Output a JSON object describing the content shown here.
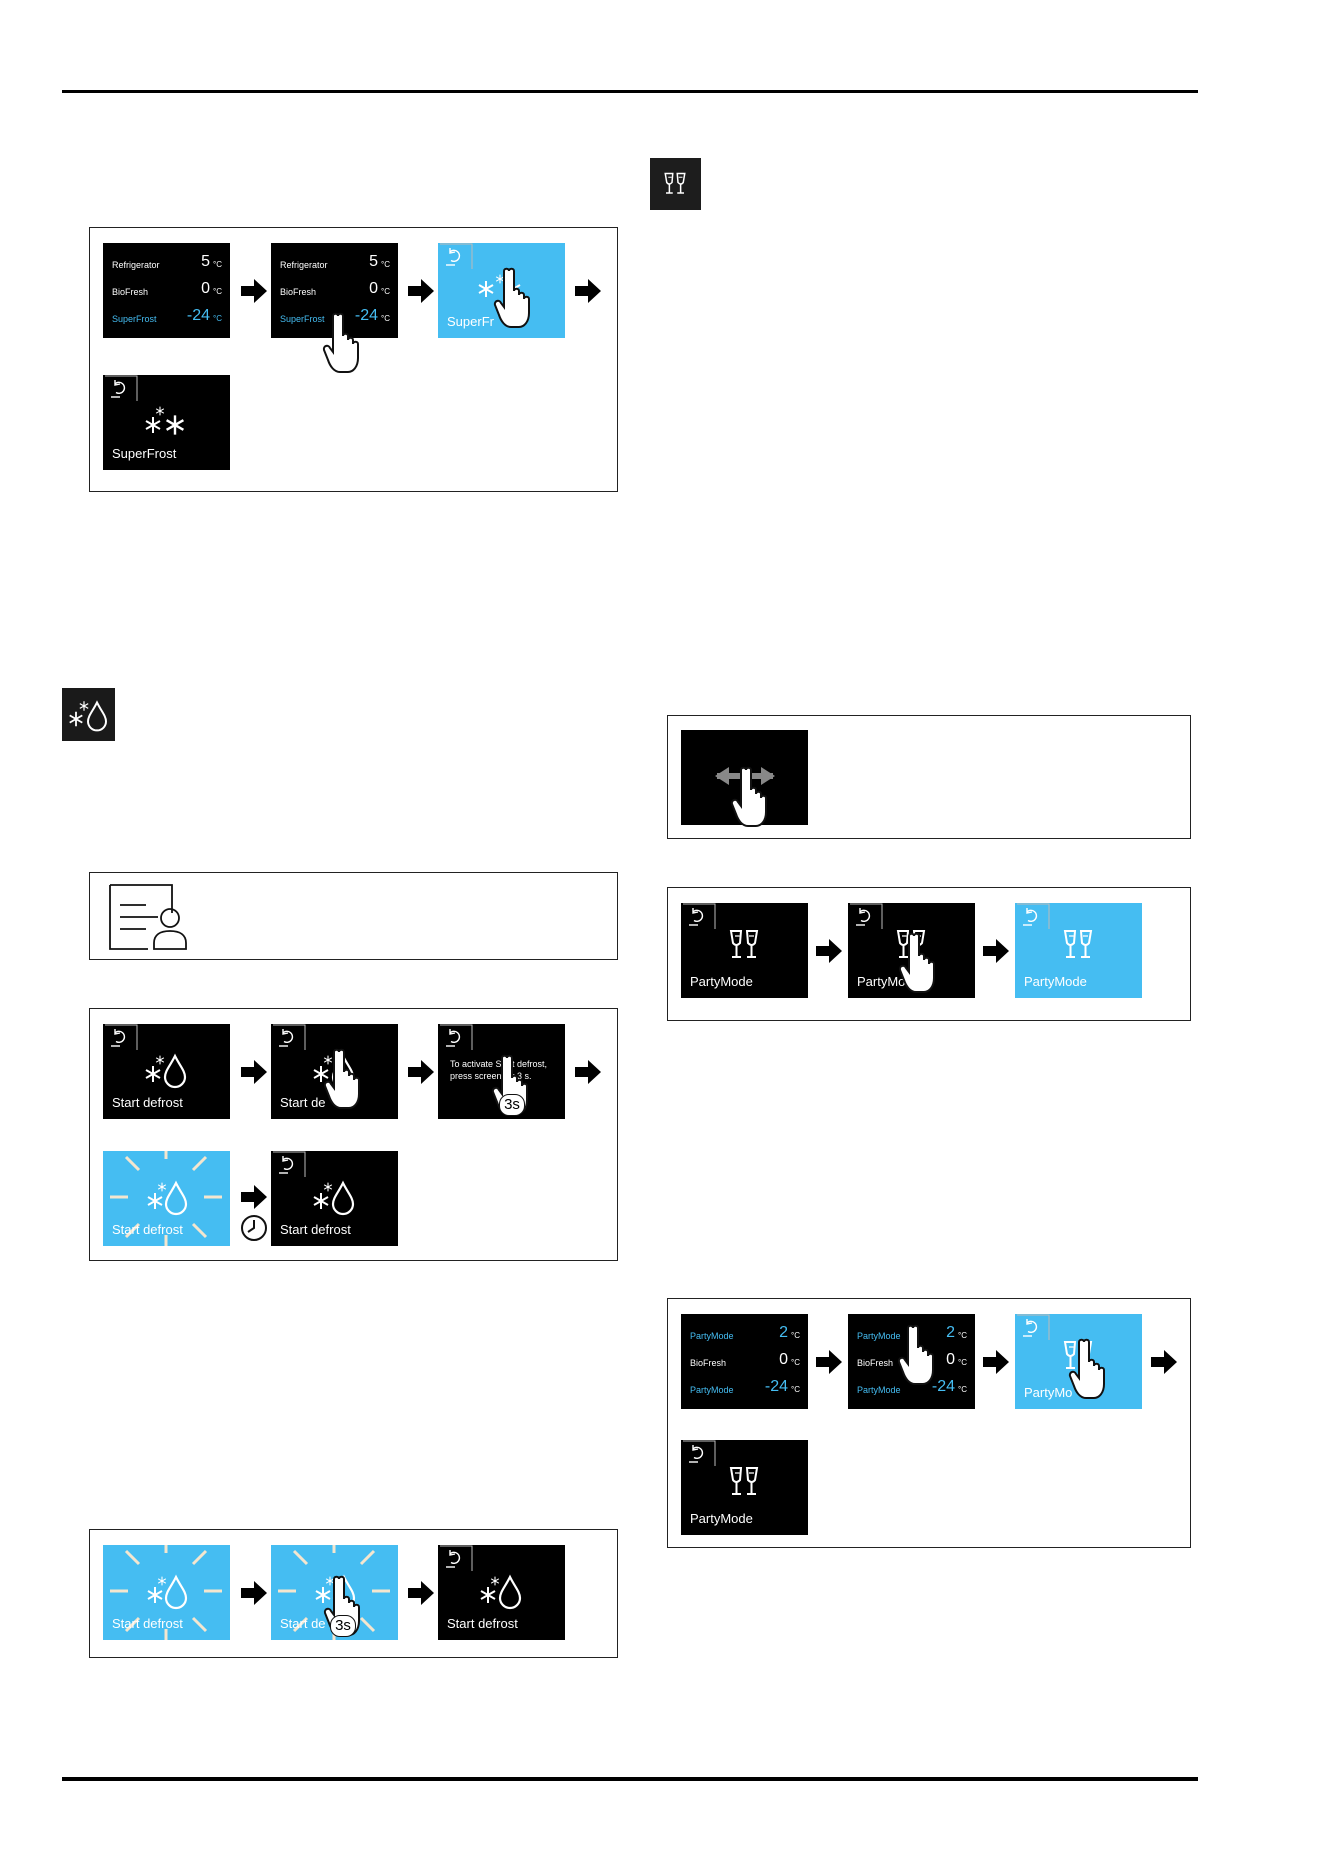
{
  "colors": {
    "accent": "#45bdf2",
    "screen": "#000000"
  },
  "superfrost": {
    "screen1": {
      "rows": [
        {
          "name": "Refrigerator",
          "value": "5",
          "unit": "°C"
        },
        {
          "name": "BioFresh",
          "value": "0",
          "unit": "°C"
        },
        {
          "name": "SuperFrost",
          "value": "-24",
          "unit": "°C"
        }
      ]
    },
    "screen2": {
      "rows": [
        {
          "name": "Refrigerator",
          "value": "5",
          "unit": "°C"
        },
        {
          "name": "BioFresh",
          "value": "0",
          "unit": "°C"
        },
        {
          "name": "SuperFrost",
          "value": "-24",
          "unit": "°C"
        }
      ]
    },
    "screen3_label": "SuperFr",
    "screen4_label": "SuperFrost"
  },
  "defrost": {
    "screen1_label": "Start defrost",
    "screen2_label": "Start de",
    "screen3_note": "To activate Start defrost, press screen for 3 s.",
    "hold_badge": "3s",
    "screen4_label": "Start defrost",
    "screen5_label": "Start defrost",
    "cancel1_label": "Start defrost",
    "cancel2_label": "Start de",
    "cancel3_label": "Start defrost"
  },
  "partymode": {
    "a1_label": "PartyMode",
    "a2_label": "PartyMo",
    "a3_label": "PartyMode",
    "b1": {
      "rows": [
        {
          "name": "PartyMode",
          "value": "2",
          "unit": "°C"
        },
        {
          "name": "BioFresh",
          "value": "0",
          "unit": "°C"
        },
        {
          "name": "PartyMode",
          "value": "-24",
          "unit": "°C"
        }
      ]
    },
    "b2": {
      "rows": [
        {
          "name": "PartyMode",
          "value": "2",
          "unit": "°C"
        },
        {
          "name": "BioFresh",
          "value": "0",
          "unit": "°C"
        },
        {
          "name": "PartyMode",
          "value": "-24",
          "unit": "°C"
        }
      ]
    },
    "b3_label": "PartyMo",
    "b4_label": "PartyMode"
  }
}
